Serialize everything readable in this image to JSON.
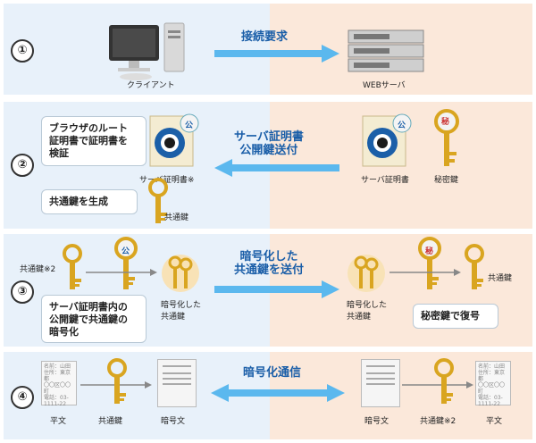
{
  "steps": [
    {
      "number": "①",
      "client_label": "クライアント",
      "arrow_label": "接続要求",
      "server_label": "WEBサーバ"
    },
    {
      "number": "②",
      "box_verify": "ブラウザのルート\n証明書で証明書を\n検証",
      "cert_label_left": "サーバ証明書※",
      "arrow_label": "サーバ証明書\n公開鍵送付",
      "cert_label_right": "サーバ証明書",
      "private_key_label": "秘密鍵",
      "box_gen": "共通鍵を生成",
      "common_key_label": "共通鍵",
      "public_badge": "公",
      "secret_badge": "秘"
    },
    {
      "number": "③",
      "common_key2_label": "共通鍵※2",
      "box_encrypt": "サーバ証明書内の\n公開鍵で共通鍵の\n暗号化",
      "encrypted_left_label": "暗号化した\n共通鍵",
      "arrow_label": "暗号化した\n共通鍵を送付",
      "encrypted_right_label": "暗号化した\n共通鍵",
      "common_key_right_label": "共通鍵",
      "box_decrypt": "秘密鍵で復号",
      "public_badge": "公",
      "secret_badge": "秘"
    },
    {
      "number": "④",
      "plain_left_label": "平文",
      "key_left_label": "共通鍵",
      "cipher_left_label": "暗号文",
      "arrow_label": "暗号化通信",
      "cipher_right_label": "暗号文",
      "key_right_label": "共通鍵※2",
      "plain_right_label": "平文",
      "doc_text": "名前：山田\n住所：東京都\n〇〇区〇〇町\n電話：03-\n1111-22"
    }
  ],
  "colors": {
    "left_bg": "#e8f1fa",
    "right_bg": "#fbe8da",
    "arrow": "#5bb8ee",
    "arrow_text": "#1a5ea8",
    "key_gold": "#d9a520",
    "cert_blue": "#1b5fa8"
  }
}
